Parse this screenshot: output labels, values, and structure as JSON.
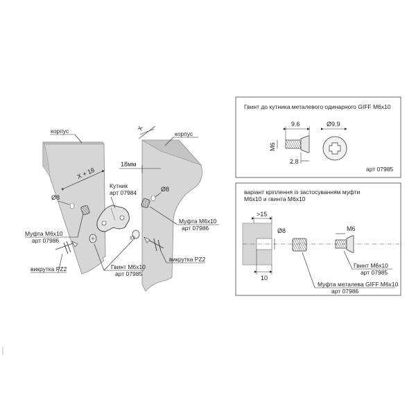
{
  "colors": {
    "panel_fill": "#d3d3d3",
    "panel_edge": "#9a9a9a",
    "line": "#222222",
    "frame": "#444444"
  },
  "left_view": {
    "korpus_left": "корпус",
    "korpus_right": "корпус",
    "dim_x18": "X + 18",
    "dim_x": "X",
    "dim_18mm": "18мм",
    "dia8_left": "Ø8",
    "dia8_right": "Ø8",
    "kutnyk_name": "Кутник",
    "kutnyk_art": "арт 07984",
    "mufta_left_name": "Муфта M6x10",
    "mufta_left_art": "арт 07986",
    "mufta_right_name": "Муфта M6x10",
    "mufta_right_art": "арт 07986",
    "vykrutka_left": "викрутка PZ2",
    "vykrutka_right": "викрутка PZ2",
    "gvynt_name": "Гвинт  M6x10",
    "gvynt_art": "арт 07985"
  },
  "screw_box": {
    "title": "Гвинт до кутника металевого одинарного GIFF M6x10",
    "dim_length": "9.6",
    "dim_head": "Ø9.9",
    "dim_thread": "M6",
    "dim_head_h": "2.8",
    "art": "арт 07985"
  },
  "mount_box": {
    "title_line1": "варіант кріплення  із застосуванням муфти",
    "title_line2": "M6x10  и гвинта M6x10",
    "dim_min": ">15",
    "dim_dia": "Ø8",
    "dim_depth": "10",
    "dim_m6": "M6",
    "gvynt_name": "Гвинт  M6x10",
    "gvynt_art": "арт 07985",
    "mufta_name": "Муфта металева GIFF M6x10",
    "mufta_art": "арт 07986"
  }
}
